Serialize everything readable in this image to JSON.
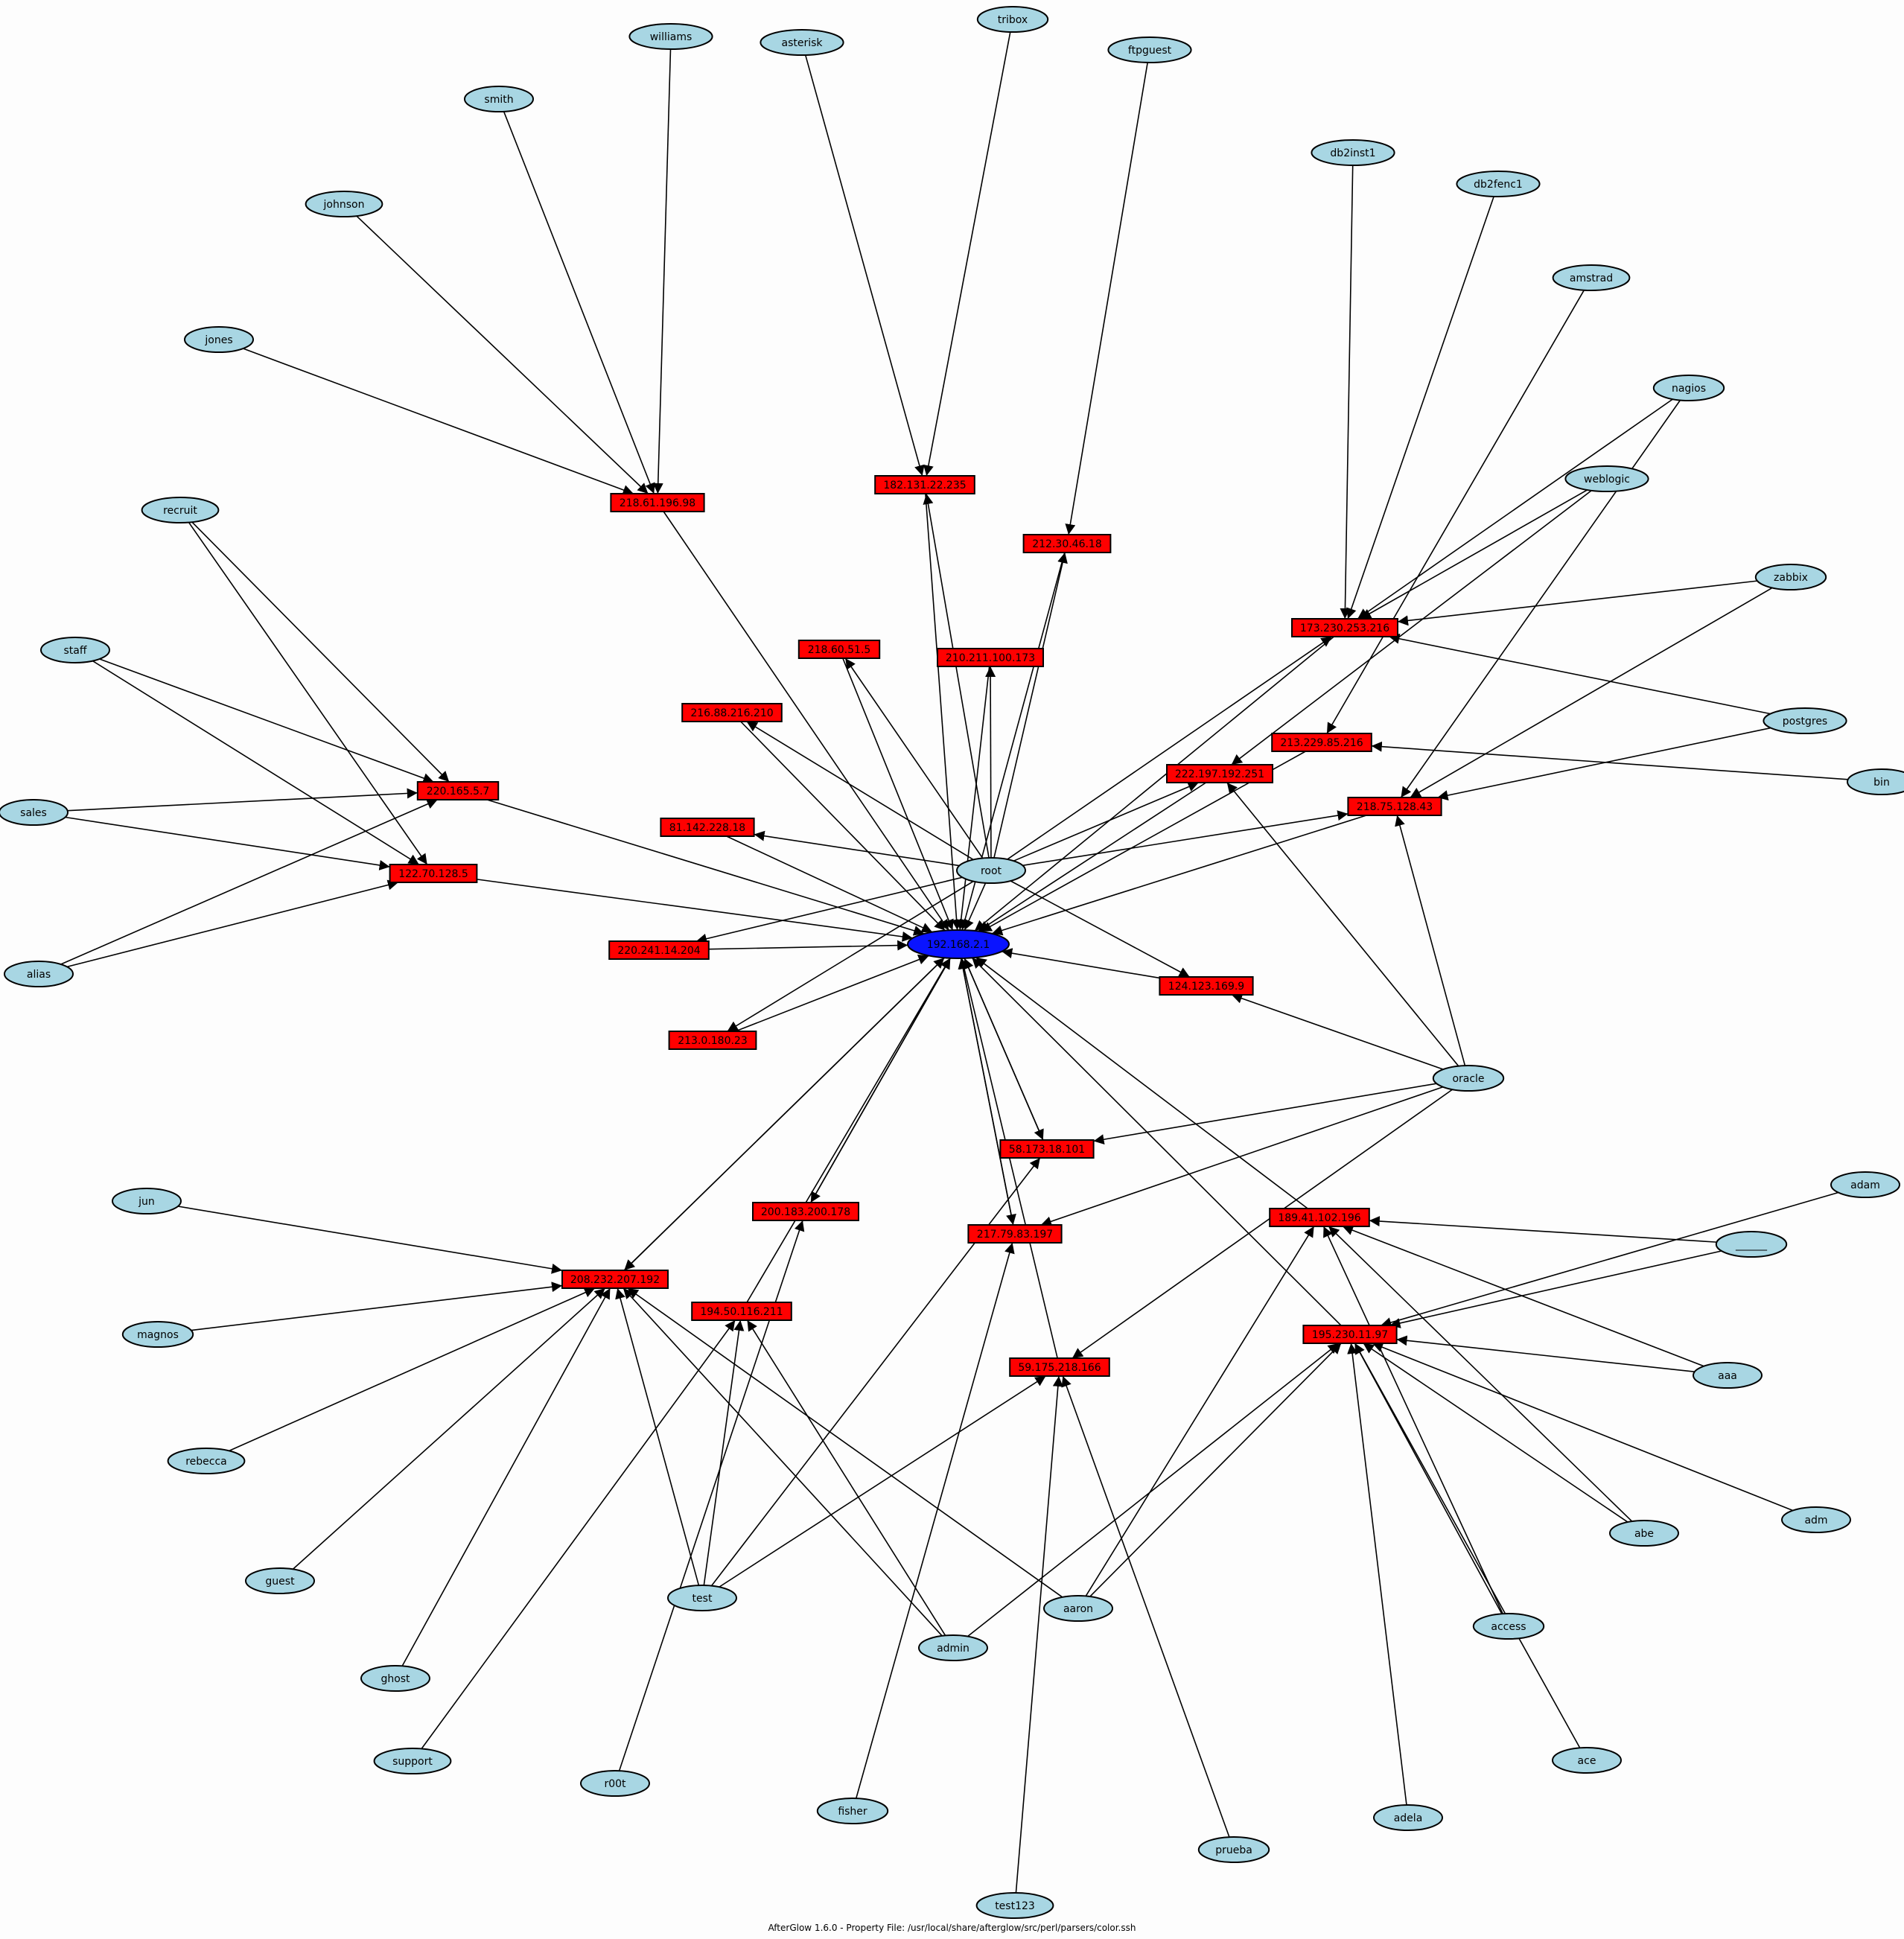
{
  "footer": "AfterGlow 1.6.0 - Property File: /usr/local/share/afterglow/src/perl/parsers/color.ssh",
  "colors": {
    "user_fill": "#a8d6e3",
    "ip_fill": "#ff0000",
    "target_fill": "#0a14ff"
  },
  "center": {
    "id": "target",
    "label": "192.168.2.1"
  },
  "ips": [
    {
      "id": "ip1",
      "label": "218.61.196.98"
    },
    {
      "id": "ip2",
      "label": "182.131.22.235"
    },
    {
      "id": "ip3",
      "label": "212.30.46.18"
    },
    {
      "id": "ip4",
      "label": "218.60.51.5"
    },
    {
      "id": "ip5",
      "label": "210.211.100.173"
    },
    {
      "id": "ip6",
      "label": "216.88.216.210"
    },
    {
      "id": "ip7",
      "label": "173.230.253.216"
    },
    {
      "id": "ip8",
      "label": "213.229.85.216"
    },
    {
      "id": "ip9",
      "label": "222.197.192.251"
    },
    {
      "id": "ip10",
      "label": "218.75.128.43"
    },
    {
      "id": "ip11",
      "label": "220.165.5.7"
    },
    {
      "id": "ip12",
      "label": "122.70.128.5"
    },
    {
      "id": "ip13",
      "label": "81.142.228.18"
    },
    {
      "id": "ip14",
      "label": "220.241.14.204"
    },
    {
      "id": "ip15",
      "label": "213.0.180.23"
    },
    {
      "id": "ip16",
      "label": "124.123.169.9"
    },
    {
      "id": "ip17",
      "label": "58.173.18.101"
    },
    {
      "id": "ip18",
      "label": "200.183.200.178"
    },
    {
      "id": "ip19",
      "label": "217.79.83.197"
    },
    {
      "id": "ip20",
      "label": "189.41.102.196"
    },
    {
      "id": "ip21",
      "label": "208.232.207.192"
    },
    {
      "id": "ip22",
      "label": "194.50.116.211"
    },
    {
      "id": "ip23",
      "label": "195.230.11.97"
    },
    {
      "id": "ip24",
      "label": "59.175.218.166"
    }
  ],
  "users": [
    {
      "id": "williams",
      "label": "williams"
    },
    {
      "id": "tribox",
      "label": "tribox"
    },
    {
      "id": "asterisk",
      "label": "asterisk"
    },
    {
      "id": "ftpguest",
      "label": "ftpguest"
    },
    {
      "id": "smith",
      "label": "smith"
    },
    {
      "id": "johnson",
      "label": "johnson"
    },
    {
      "id": "jones",
      "label": "jones"
    },
    {
      "id": "db2inst1",
      "label": "db2inst1"
    },
    {
      "id": "db2fenc1",
      "label": "db2fenc1"
    },
    {
      "id": "amstrad",
      "label": "amstrad"
    },
    {
      "id": "nagios",
      "label": "nagios"
    },
    {
      "id": "weblogic",
      "label": "weblogic"
    },
    {
      "id": "zabbix",
      "label": "zabbix"
    },
    {
      "id": "postgres",
      "label": "postgres"
    },
    {
      "id": "bin",
      "label": "bin"
    },
    {
      "id": "recruit",
      "label": "recruit"
    },
    {
      "id": "staff",
      "label": "staff"
    },
    {
      "id": "sales",
      "label": "sales"
    },
    {
      "id": "alias",
      "label": "alias"
    },
    {
      "id": "root",
      "label": "root"
    },
    {
      "id": "oracle",
      "label": "oracle"
    },
    {
      "id": "adam",
      "label": "adam"
    },
    {
      "id": "blank",
      "label": "______"
    },
    {
      "id": "aaa",
      "label": "aaa"
    },
    {
      "id": "adm",
      "label": "adm"
    },
    {
      "id": "abe",
      "label": "abe"
    },
    {
      "id": "access",
      "label": "access"
    },
    {
      "id": "ace",
      "label": "ace"
    },
    {
      "id": "adela",
      "label": "adela"
    },
    {
      "id": "jun",
      "label": "jun"
    },
    {
      "id": "magnos",
      "label": "magnos"
    },
    {
      "id": "rebecca",
      "label": "rebecca"
    },
    {
      "id": "guest",
      "label": "guest"
    },
    {
      "id": "ghost",
      "label": "ghost"
    },
    {
      "id": "support",
      "label": "support"
    },
    {
      "id": "r00t",
      "label": "r00t"
    },
    {
      "id": "test",
      "label": "test"
    },
    {
      "id": "admin",
      "label": "admin"
    },
    {
      "id": "aaron",
      "label": "aaron"
    },
    {
      "id": "fisher",
      "label": "fisher"
    },
    {
      "id": "test123",
      "label": "test123"
    },
    {
      "id": "prueba",
      "label": "prueba"
    }
  ]
}
